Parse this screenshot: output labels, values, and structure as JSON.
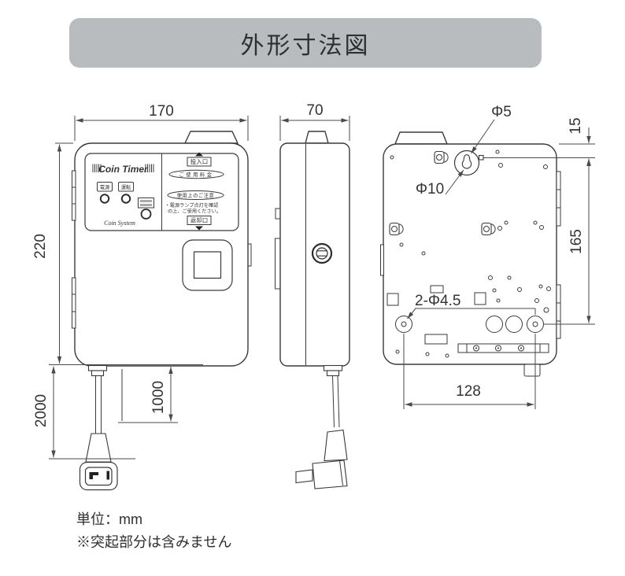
{
  "title": "外形寸法図",
  "front_view": {
    "logo": "Coin Timer",
    "brand": "Coin System",
    "power_label": "電源",
    "run_label": "運転",
    "slot_label": "投入口",
    "fee_label": "ご使用料金",
    "caution_title": "使用上のご注意",
    "caution_line1": "・電源ランプ点灯を確認",
    "caution_line2": "の上、ご使用ください。",
    "return_label": "返却口",
    "width_dim": "170",
    "height_dim": "220",
    "cord_dim": "2000",
    "wire_dim": "1000"
  },
  "side_view": {
    "depth_dim": "70"
  },
  "back_view": {
    "hole_top_dia": "Φ5",
    "hole_bottom_dia": "Φ10",
    "top_offset_dim": "15",
    "vertical_span_dim": "165",
    "mount_hole_dia": "2-Φ4.5",
    "horizontal_span_dim": "128"
  },
  "footer": {
    "unit": "単位：mm",
    "note": "※突起部分は含みません"
  },
  "colors": {
    "line": "#3a3a3a",
    "title_bg": "#b9bcbf",
    "text": "#2f2f2f"
  }
}
